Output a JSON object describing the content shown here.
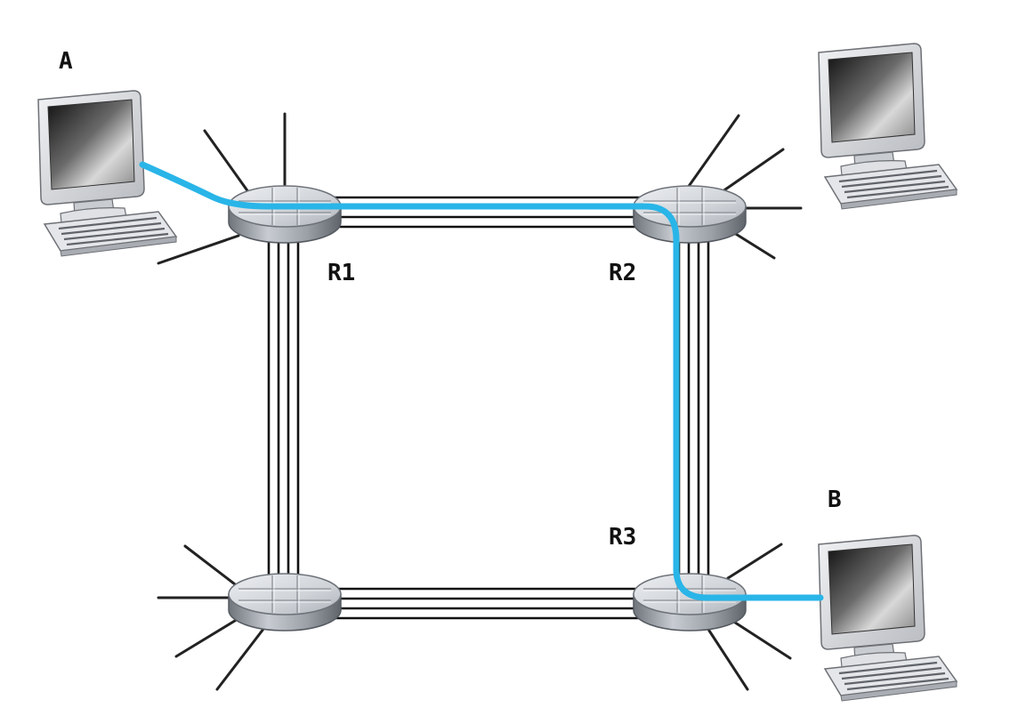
{
  "labels": {
    "host_a": "A",
    "host_b": "B",
    "router_r1": "R1",
    "router_r2": "R2",
    "router_r3": "R3"
  },
  "colors": {
    "path": "#29b5e8",
    "link": "#111111",
    "spoke": "#222222",
    "router_top": "#d4d7dc",
    "router_side": "#8f949b",
    "monitor_frame": "#d9dbde",
    "screen_dark": "#1a1a1a",
    "screen_light": "#bfbfbf"
  },
  "icons": {
    "router": "router-icon",
    "host": "desktop-computer-icon"
  }
}
